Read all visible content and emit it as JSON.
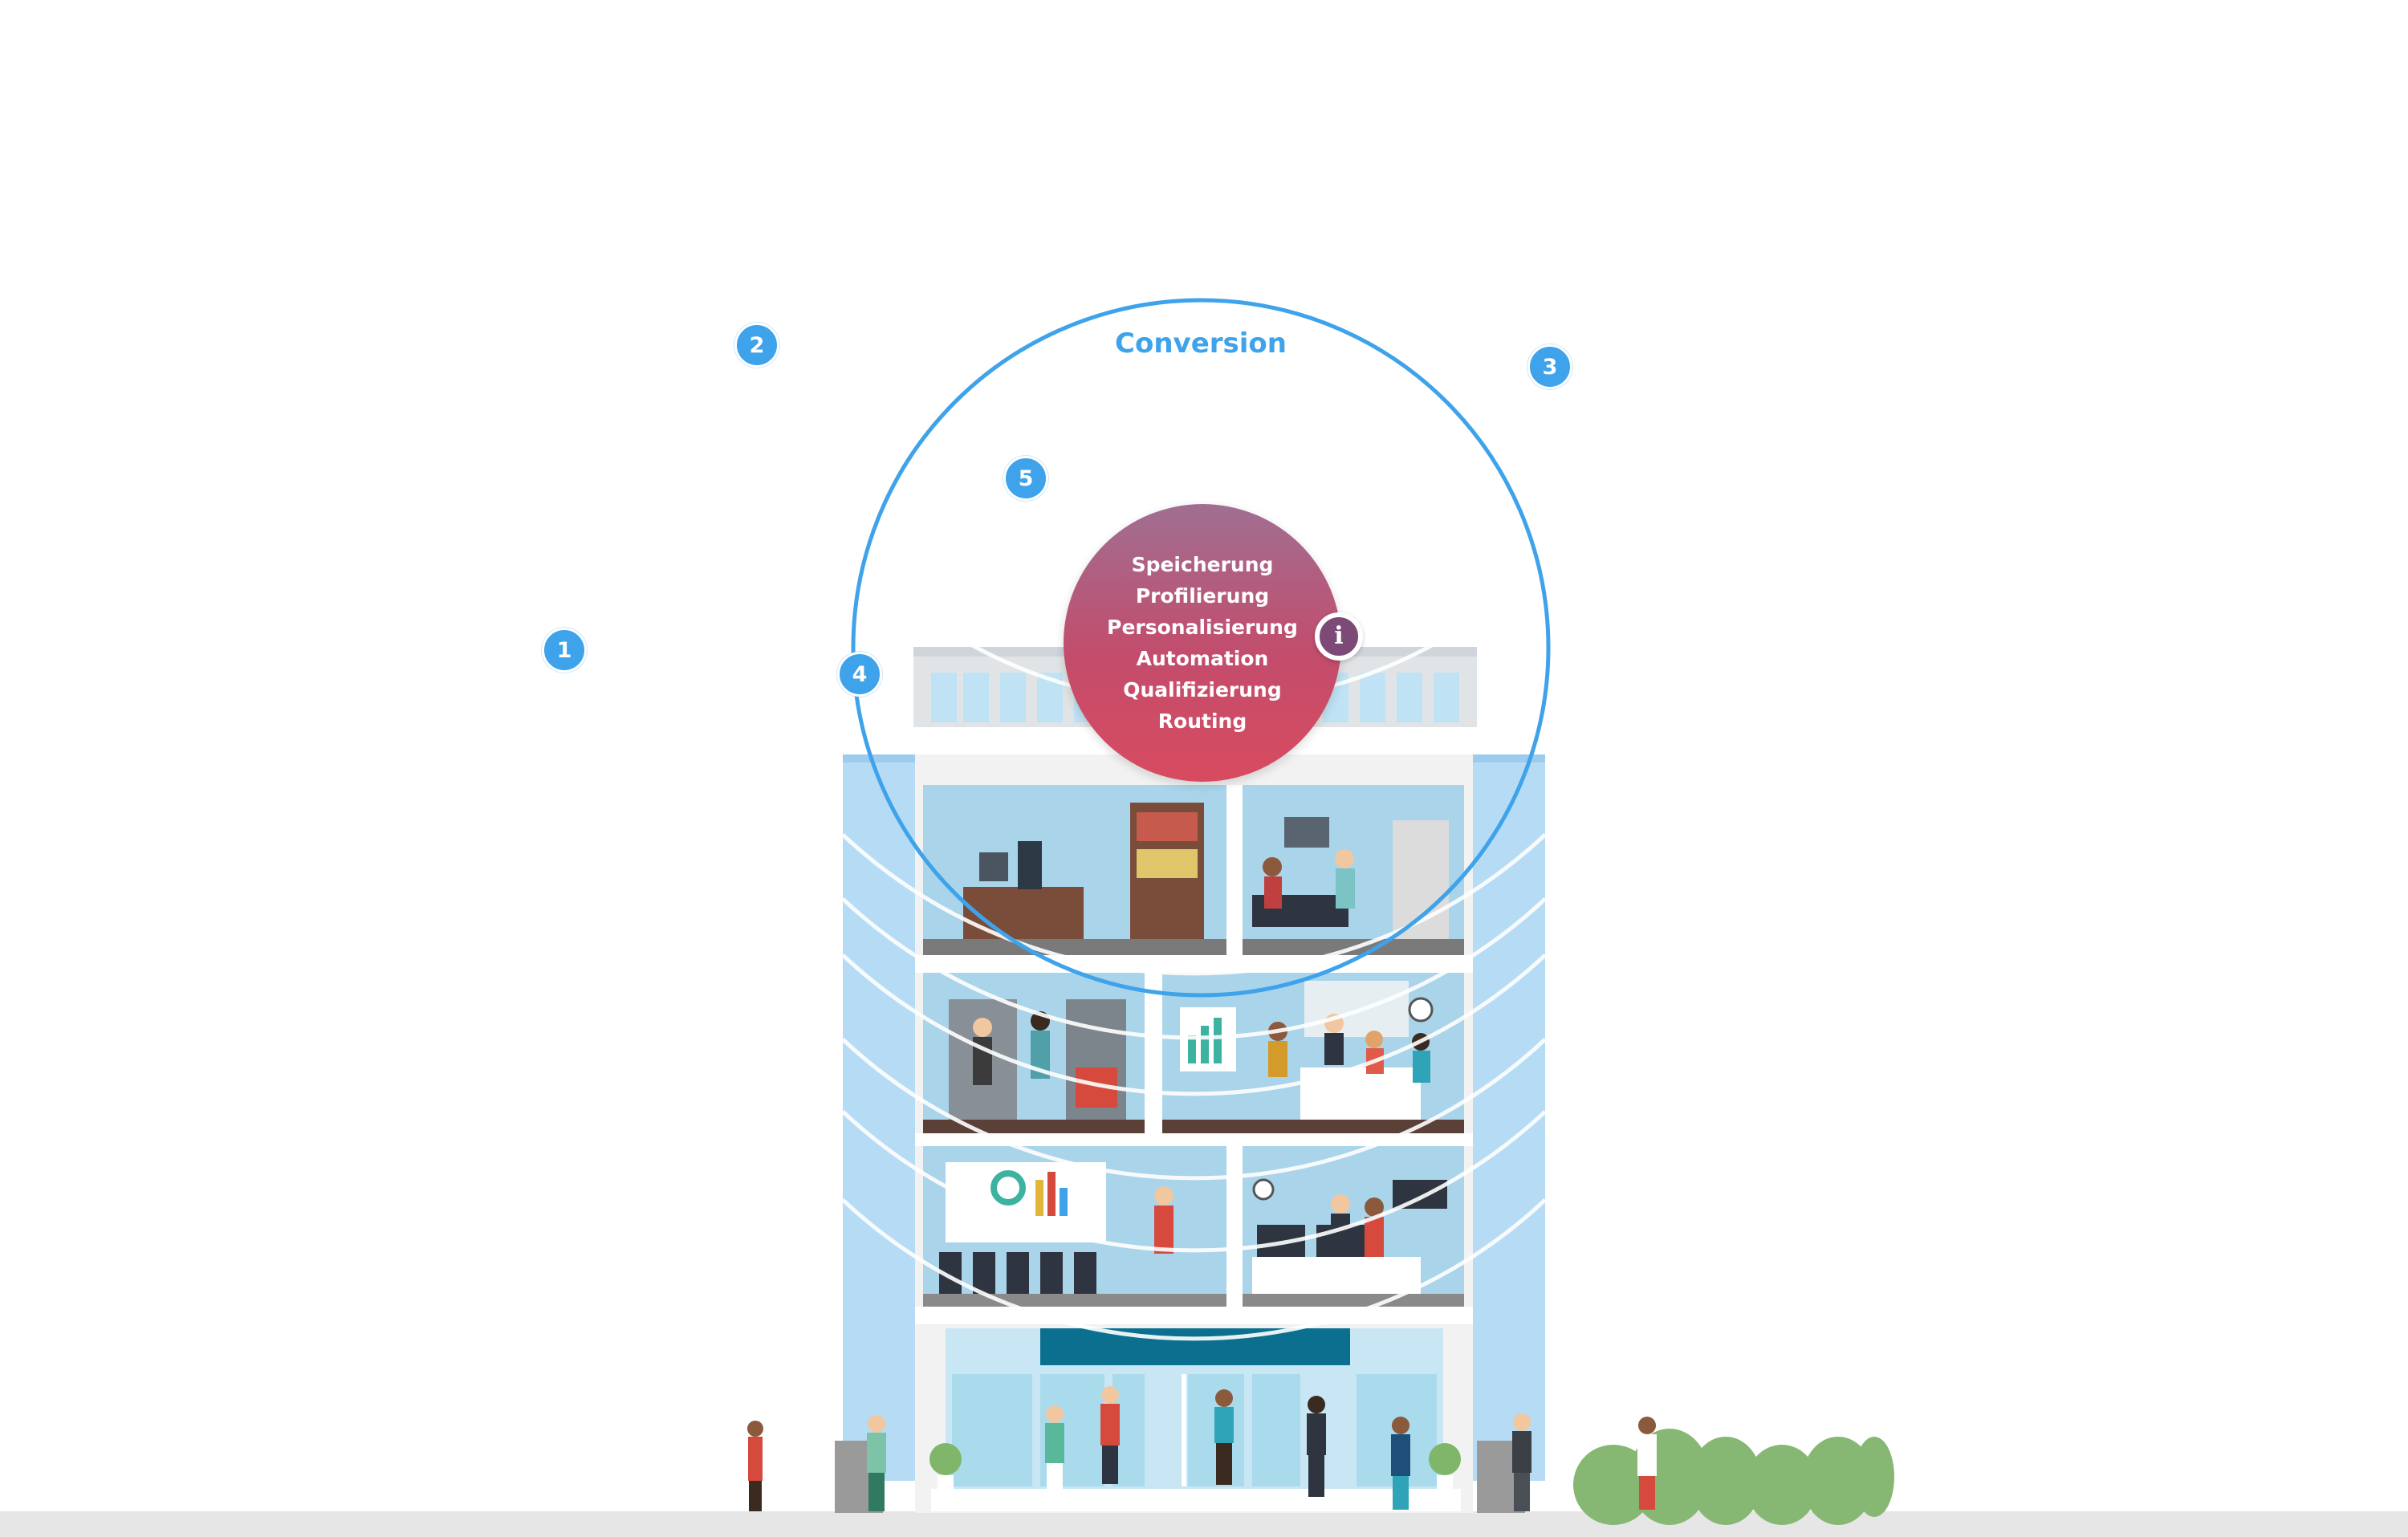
{
  "diagram": {
    "outer_ring_label": "Conversion",
    "markers": [
      {
        "id": "1",
        "label": "1"
      },
      {
        "id": "2",
        "label": "2"
      },
      {
        "id": "3",
        "label": "3"
      },
      {
        "id": "4",
        "label": "4"
      },
      {
        "id": "5",
        "label": "5"
      }
    ],
    "core_items": [
      "Speicherung",
      "Profilierung",
      "Personalisierung",
      "Automation",
      "Qualifizierung",
      "Routing"
    ],
    "info_icon": "info-icon",
    "info_label": "i"
  },
  "colors": {
    "accent_blue": "#3ea3ea",
    "core_top": "#a06f92",
    "core_bottom": "#d84b5f",
    "info_purple": "#7d4a78",
    "building_blue": "#b6dcf5",
    "ground": "#e6e6e6"
  }
}
